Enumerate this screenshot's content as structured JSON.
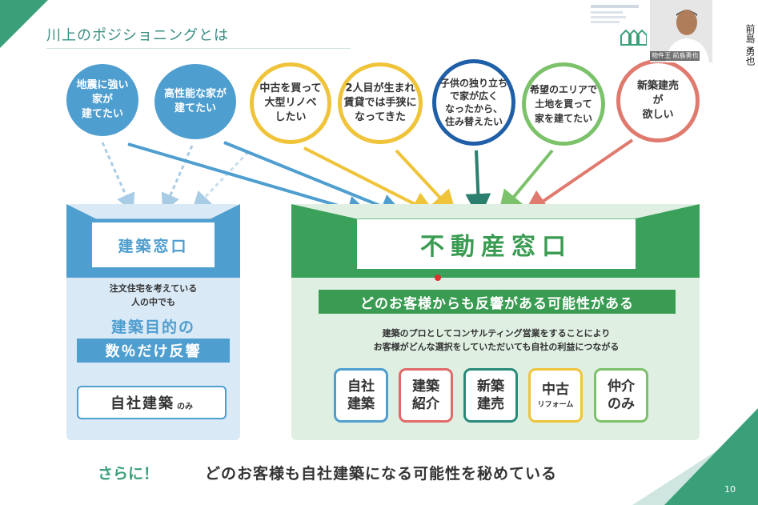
{
  "slide": {
    "title": "川上のポジショニングとは",
    "page_number": "10",
    "accent_color": "#3aa07a"
  },
  "bubbles": [
    {
      "text": "地震に強い\n家が\n建てたい",
      "style": "filled",
      "color": "#4f9ed0"
    },
    {
      "text": "高性能な家が\n建てたい",
      "style": "filled",
      "color": "#4f9ed0"
    },
    {
      "text": "中古を買って\n大型リノベ\nしたい",
      "style": "ring",
      "color": "#f0c43a"
    },
    {
      "text": "2人目が生まれ\n賃貸では手狭に\nなってきた",
      "style": "ring",
      "color": "#f0c43a"
    },
    {
      "text": "子供の独り立ち\nで家が広く\nなったから、\n住み替えたい",
      "style": "ring",
      "color": "#1f5fa8"
    },
    {
      "text": "希望のエリアで\n土地を買って\n家を建てたい",
      "style": "ring",
      "color": "#7cc26a"
    },
    {
      "text": "新築建売\nが\n欲しい",
      "style": "ring",
      "color": "#e07a6e"
    }
  ],
  "left_panel": {
    "label": "建築窓口",
    "note_line1": "注文住宅を考えている",
    "note_line2": "人の中でも",
    "highlight1": "建築目的の",
    "highlight2": "数％だけ反響",
    "result_main": "自社建築",
    "result_suffix": "のみ"
  },
  "right_panel": {
    "label": "不動産窓口",
    "band": "どのお客様からも反響がある可能性がある",
    "desc_line1": "建築のプロとしてコンサルティング営業をすることにより",
    "desc_line2": "お客様がどんな選択をしていただいても自社の利益につながる",
    "tiles": [
      {
        "line1": "自社",
        "line2": "建築",
        "sub": "",
        "color": "#4f9ed0"
      },
      {
        "line1": "建築",
        "line2": "紹介",
        "sub": "",
        "color": "#e06a6a"
      },
      {
        "line1": "新築",
        "line2": "建売",
        "sub": "",
        "color": "#2a8a7a"
      },
      {
        "line1": "中古",
        "line2": "",
        "sub": "リフォーム",
        "color": "#f0c43a"
      },
      {
        "line1": "仲介",
        "line2": "のみ",
        "sub": "",
        "color": "#7cc26a"
      }
    ]
  },
  "bottom": {
    "prefix": "さらに！",
    "message": "どのお客様も自社建築になる可能性を秘めている"
  },
  "video_overlay": {
    "participant_name": "物件王 前島勇也",
    "vertical_name": "前島 勇也"
  }
}
